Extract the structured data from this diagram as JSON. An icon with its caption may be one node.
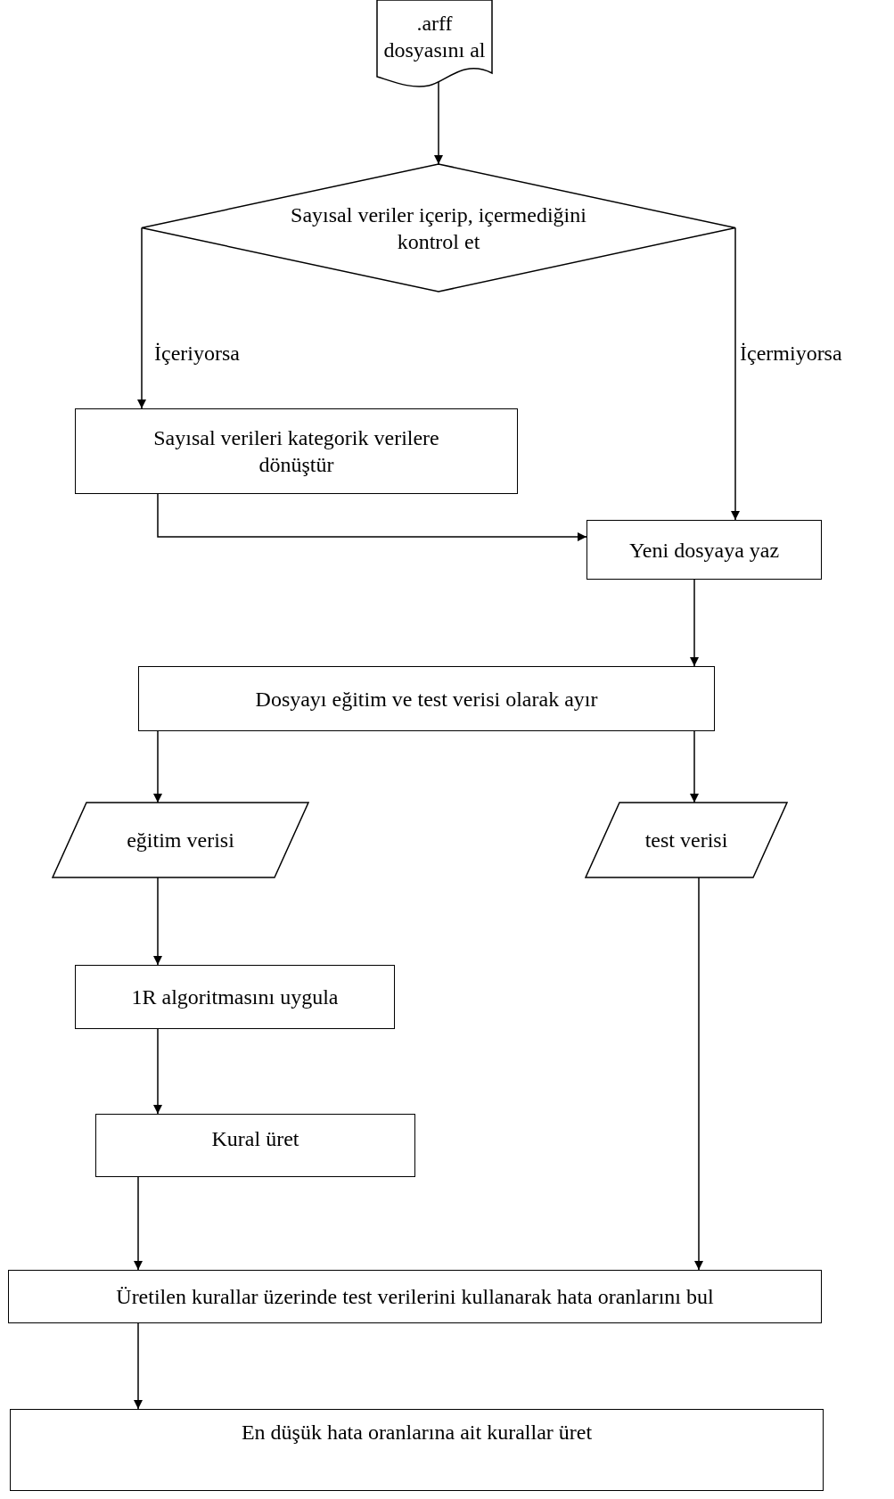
{
  "diagram": {
    "nodes": [
      {
        "text": [
          ".arff dosyasını al"
        ]
      },
      {
        "text": [
          "Sayısal veriler içerip, içermediğini kontrol et"
        ]
      },
      {
        "text": [
          "Sayısal verileri kategorik verilere dönüştür"
        ]
      },
      {
        "text": [
          "Yeni dosyaya yaz"
        ]
      },
      {
        "text": [
          "Dosyayı eğitim ve test verisi olarak ayır"
        ]
      },
      {
        "text": [
          "eğitim verisi"
        ]
      },
      {
        "text": [
          "test verisi"
        ]
      },
      {
        "text": [
          "1R algoritmasını uygula"
        ]
      },
      {
        "text": [
          "Kural üret"
        ]
      },
      {
        "text": [
          "Üretilen kurallar üzerinde test verilerini kullanarak hata oranlarını bul"
        ]
      },
      {
        "text": [
          "En düşük hata oranlarına ait kurallar üret"
        ]
      }
    ],
    "edges": [
      {
        "from": 0,
        "to": 1,
        "arrow": "to"
      },
      {
        "from": 1,
        "to": 2,
        "arrow": "to",
        "label": "İçeriyorsa"
      },
      {
        "from": 1,
        "to": 3,
        "arrow": "to",
        "label": "İçermiyorsa"
      },
      {
        "from": 2,
        "to": 3,
        "arrow": "to"
      },
      {
        "from": 3,
        "to": 4,
        "arrow": "to"
      },
      {
        "from": 4,
        "to": 5,
        "arrow": "to"
      },
      {
        "from": 4,
        "to": 6,
        "arrow": "to"
      },
      {
        "from": 5,
        "to": 7,
        "arrow": "to"
      },
      {
        "from": 7,
        "to": 8,
        "arrow": "to"
      },
      {
        "from": 8,
        "to": 9,
        "arrow": "to"
      },
      {
        "from": 6,
        "to": 9,
        "arrow": "to"
      },
      {
        "from": 9,
        "to": 10,
        "arrow": "to"
      }
    ]
  }
}
